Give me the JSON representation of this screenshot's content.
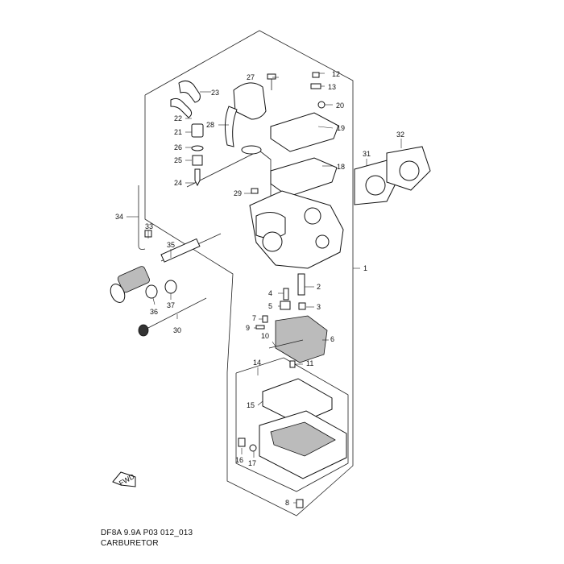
{
  "caption": {
    "code": "DF8A 9.9A P03 012_013",
    "title": "CARBURETOR"
  },
  "fwd_label": "FWD",
  "callouts": [
    "1",
    "2",
    "3",
    "4",
    "5",
    "6",
    "7",
    "8",
    "9",
    "10",
    "11",
    "12",
    "13",
    "14",
    "15",
    "16",
    "17",
    "18",
    "19",
    "20",
    "21",
    "22",
    "23",
    "24",
    "25",
    "26",
    "27",
    "28",
    "29",
    "30",
    "31",
    "32",
    "33",
    "34",
    "35",
    "36",
    "37"
  ],
  "colors": {
    "ink": "#111111",
    "background": "#ffffff"
  }
}
